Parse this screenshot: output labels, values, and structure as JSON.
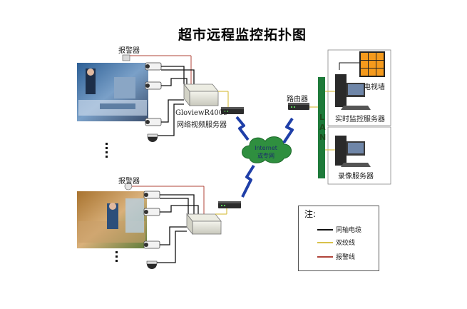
{
  "title": "超市远程监控拓扑图",
  "labels": {
    "alarm_top": "报警器",
    "alarm_bottom": "报警器",
    "dvr_model": "GloviewR4009",
    "dvr_name": "网络视频服务器",
    "router": "路由器",
    "cloud_line1": "Internet",
    "cloud_line2": "或专网",
    "video_wall": "电视墙",
    "monitor_server": "实时监控服务器",
    "record_server": "录像服务器",
    "lan_letters": [
      "L",
      "A",
      "N"
    ]
  },
  "legend": {
    "title": "注:",
    "items": [
      {
        "label": "同轴电缆",
        "color": "#111111"
      },
      {
        "label": "双绞线",
        "color": "#d8c24a"
      },
      {
        "label": "报警线",
        "color": "#b0443a"
      }
    ]
  },
  "colors": {
    "coax": "#111111",
    "twisted": "#d8c24a",
    "alarm": "#b0443a",
    "lightning": "#1f3fa8",
    "lan_bar": "#1e7a3a",
    "cloud": "#2f8f3f",
    "wall_cell": "#f59a1c"
  }
}
